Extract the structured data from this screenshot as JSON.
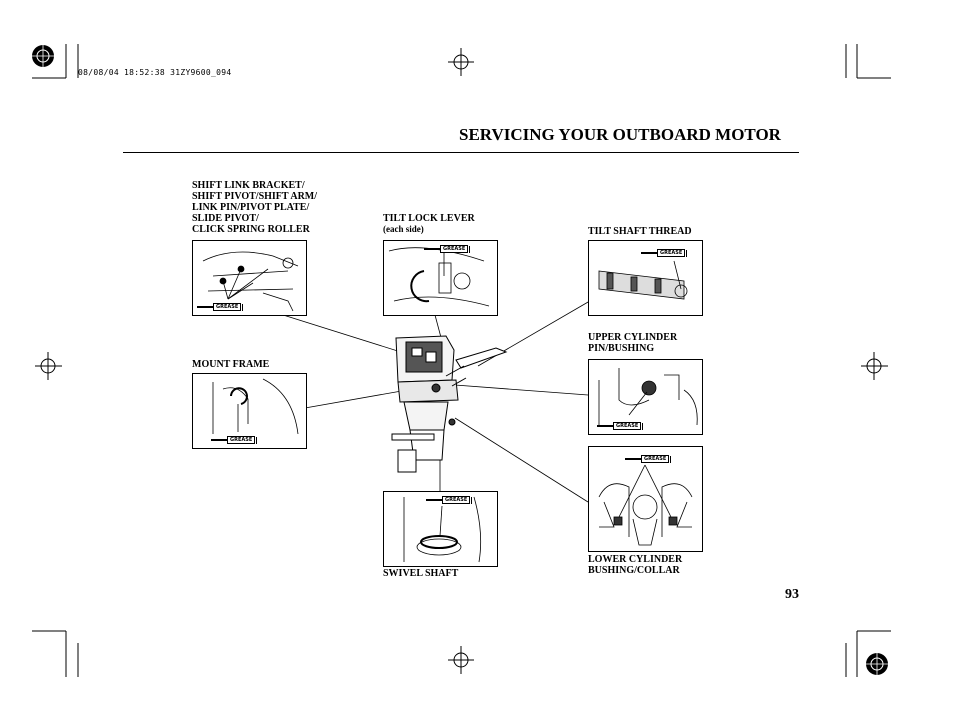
{
  "print_info": "08/08/04 18:52:38 31ZY9600_094",
  "header": {
    "title": "SERVICING YOUR OUTBOARD MOTOR"
  },
  "page_number": "93",
  "grease_tag": "GREASE",
  "callouts": {
    "shift_link": [
      "SHIFT LINK BRACKET/",
      "SHIFT PIVOT/SHIFT ARM/",
      "LINK PIN/PIVOT PLATE/",
      "SLIDE PIVOT/",
      "CLICK SPRING ROLLER"
    ],
    "tilt_lock_lever": {
      "name": "TILT LOCK LEVER",
      "note": "(each side)"
    },
    "tilt_shaft_thread": "TILT SHAFT THREAD",
    "mount_frame": "MOUNT FRAME",
    "upper_cylinder": [
      "UPPER CYLINDER",
      "PIN/BUSHING"
    ],
    "swivel_shaft": "SWIVEL SHAFT",
    "lower_cylinder": [
      "LOWER CYLINDER",
      "BUSHING/COLLAR"
    ]
  }
}
